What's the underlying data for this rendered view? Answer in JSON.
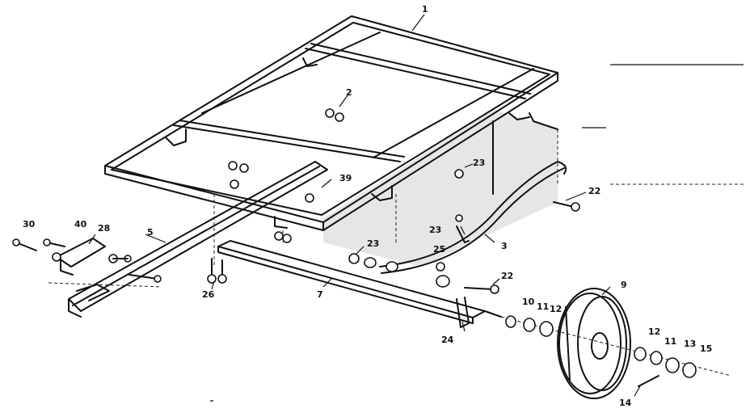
{
  "callouts": {
    "c1": "1",
    "c2": "2",
    "c3": "3",
    "c5": "5",
    "c7": "7",
    "c9": "9",
    "c10": "10",
    "c11a": "11",
    "c11b": "11",
    "c12a": "12",
    "c12b": "12",
    "c13": "13",
    "c14": "14",
    "c15": "15",
    "c22a": "22",
    "c22b": "22",
    "c23a": "23",
    "c23b": "23",
    "c23c": "23",
    "c24": "24",
    "c25": "25",
    "c26": "26",
    "c28": "28",
    "c30": "30",
    "c39": "39",
    "c40": "40"
  }
}
